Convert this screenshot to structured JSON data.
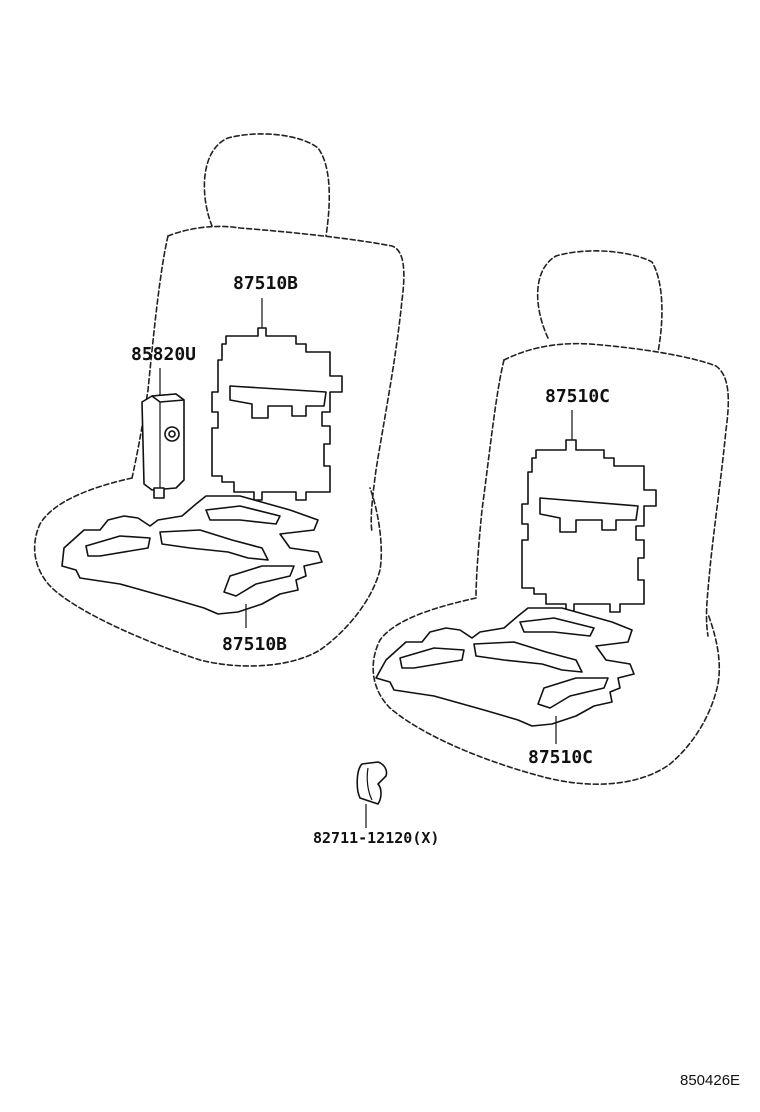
{
  "callouts": {
    "left_back_heater": "87510B",
    "left_cushion_heater": "87510B",
    "switch": "85820U",
    "right_back_heater": "87510C",
    "right_cushion_heater": "87510C",
    "clip": "82711-12120(X)"
  },
  "figure_ref": "850426E"
}
